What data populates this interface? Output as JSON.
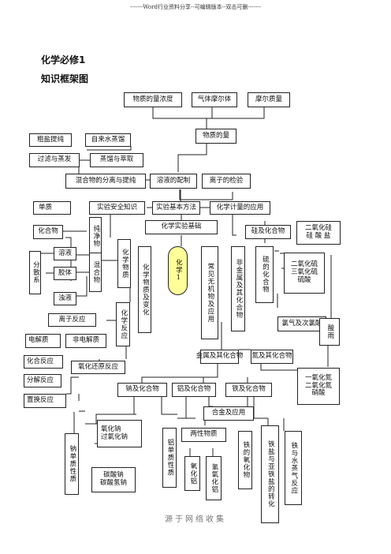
{
  "header": "-------Word行业资料分享--可编辑版本--双击可删-------",
  "page_title": "化学必修1",
  "section_title": "知识框架图",
  "footer": "源于网络收集",
  "nodes": {
    "wuzhi_liang": "物质的量浓度",
    "qiti_moer": "气体摩尔体",
    "moer_zhiliang": "摩尔质量",
    "wuzhi_de_liang": "物质的量",
    "cuyan_tichun": "粗盐提纯",
    "ziliaishui": "自来水蒸馏",
    "guolv_zhengfa": "过滤与蒸发",
    "zhengliu_cuiqu": "蒸馏与萃取",
    "hunhewu_fenli": "混合物的分离与提纯",
    "rongye_peizhi": "溶液的配制",
    "lizi_jianyan": "离子的检验",
    "danzhi": "单质",
    "shiyan_anquan": "实验安全知识",
    "shiyan_fangfa": "实验基本方法",
    "huaxue_jiliang": "化学计量的应用",
    "huahewu": "化合物",
    "chunjingwu": "纯净物",
    "huaxue_shiyan_jichu": "化学实验基础",
    "gui_huahewu": "硅及化合物",
    "eryanghuagui": "二氧化硅\n硅 酸 盐",
    "rongye": "溶液",
    "fensanxi": "分散系",
    "jiaoti": "胶体",
    "zhuoye": "浊液",
    "hunhewu": "混合物",
    "huaxue_wuzhi": "化学物质",
    "huaxue_wuzhi_bianhua": "化学物质及变化",
    "huaxue_core": "化学1",
    "changjian_wuji": "常见无机物及应用",
    "feijinshu": "非金属及其化合物",
    "liu_huahewu": "硫的化合物",
    "yanghualiu": "二氧化硫\n三氧化硫\n硫酸",
    "lizi_fanying": "离子反应",
    "huaxue_fanying": "化学反应",
    "lvqi": "氯气及次氯酸",
    "suanyu": "酸雨",
    "dianjiezhi": "电解质",
    "feidianjiezhi": "非电解质",
    "jinshu_huahewu": "金属及其化合物",
    "dan_huahewu": "氮及其化合物",
    "huahe_fanying": "化合反应",
    "yanghua_huanyuan": "氧化还原反应",
    "fenjie_fanying": "分解反应",
    "yanghuadan": "一氧化氮\n二氧化氮\n硝酸",
    "na_huahewu": "钠及化合物",
    "lv_huahewu": "铝及化合物",
    "tie_huahewu": "铁及化合物",
    "zhihuan_fanying": "置换反应",
    "hejin": "合金及应用",
    "yanghuana": "氧化钠\n过氧化钠",
    "na_danzhi": "钠单质性质",
    "lv_danzhi": "铝单质性质",
    "liangxing": "两性物质",
    "tie_yanghuawu": "铁的氧化物",
    "tieyan": "铁盐与亚铁盐的转化",
    "tie_shui": "铁与水蒸气反应",
    "yanghualv": "氧化铝",
    "qingyanghualv": "氢氧化铝",
    "tansuanna": "碳酸钠\n碳酸氢钠"
  }
}
